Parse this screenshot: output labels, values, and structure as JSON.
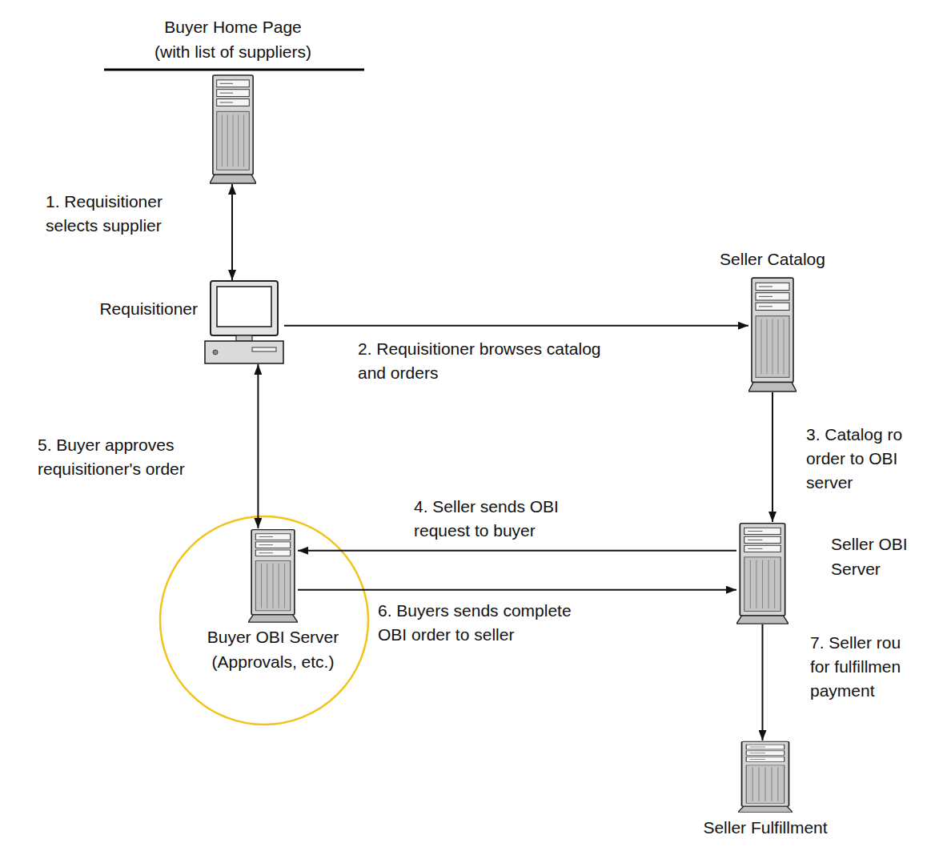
{
  "diagram": {
    "nodes": [
      {
        "text": [
          "Buyer Home Page (with list of suppliers)"
        ]
      },
      {
        "text": [
          "Requisitioner"
        ]
      },
      {
        "text": [
          "Seller Catalog"
        ]
      },
      {
        "text": [
          "Buyer OBI Server (Approvals, etc.)"
        ]
      },
      {
        "text": [
          "Seller OBI Server"
        ]
      },
      {
        "text": [
          "Seller Fulfillment"
        ]
      }
    ],
    "edges": [
      {
        "from": 1,
        "to": 0,
        "arrow": "both",
        "label": "1. Requisitioner selects supplier"
      },
      {
        "from": 1,
        "to": 2,
        "arrow": "to",
        "label": "2. Requisitioner browses catalog and orders"
      },
      {
        "from": 2,
        "to": 4,
        "arrow": "to",
        "label": "3. Catalog ro order to OBI server"
      },
      {
        "from": 4,
        "to": 3,
        "arrow": "to",
        "label": "4. Seller sends OBI request to buyer"
      },
      {
        "from": 3,
        "to": 1,
        "arrow": "both",
        "label": "5. Buyer approves requisitioner's order"
      },
      {
        "from": 3,
        "to": 4,
        "arrow": "to",
        "label": "6. Buyers sends complete OBI order to seller"
      },
      {
        "from": 4,
        "to": 5,
        "arrow": "to",
        "label": "7. Seller rou for fulfillmen payment"
      }
    ]
  }
}
